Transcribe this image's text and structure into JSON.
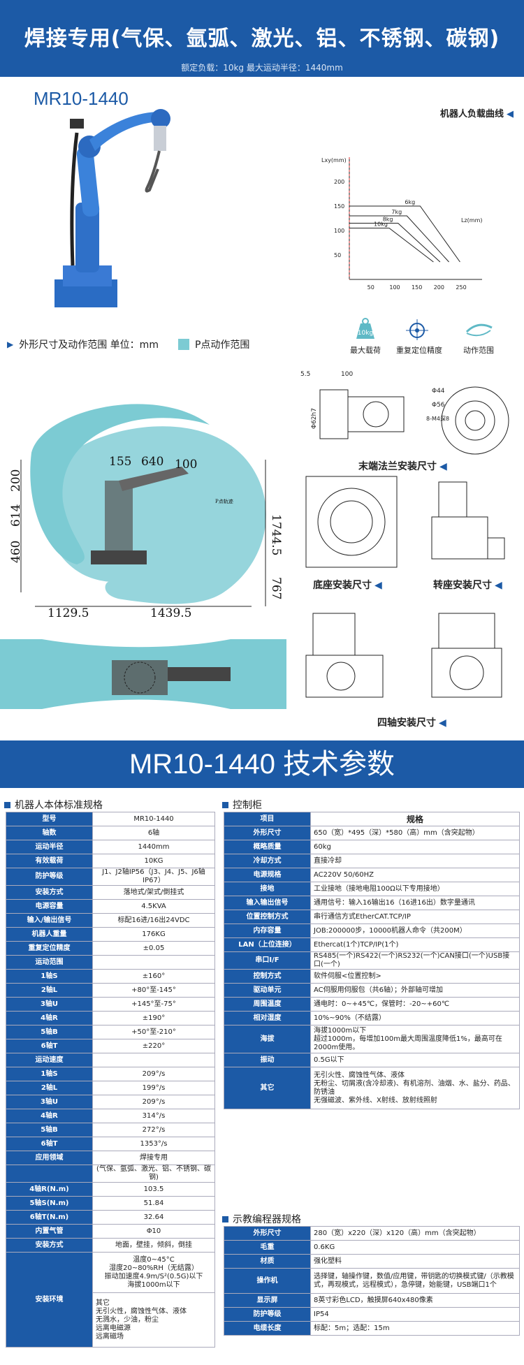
{
  "header": {
    "title": "焊接专用(气保、氩弧、激光、铝、不锈钢、碳钢)",
    "sub": "额定负载：10kg 最大运动半径：1440mm"
  },
  "model": "MR10-1440",
  "load_curve": {
    "title": "机器人负载曲线",
    "ylabel": "Lxy(mm)",
    "xlabel": "Lz(mm)",
    "y_ticks": [
      "200",
      "150",
      "100",
      "50"
    ],
    "x_ticks": [
      "50",
      "100",
      "150",
      "200",
      "250"
    ],
    "curves": [
      "6kg",
      "7kg",
      "8kg",
      "10kg"
    ]
  },
  "features": [
    {
      "label": "最大载荷",
      "icon": "10kg"
    },
    {
      "label": "重复定位精度",
      "icon": "±0.05mm"
    },
    {
      "label": "动作范围",
      "icon": "1440mm"
    }
  ],
  "section1": {
    "dims": "外形尺寸及动作范围  单位：mm",
    "p_range": "P点动作范围"
  },
  "range_dims": {
    "d1": "155",
    "d2": "640",
    "d3": "100",
    "d4": "200",
    "d5": "614",
    "d6": "460",
    "d7": "1744.5",
    "d8": "767",
    "d9": "1129.5",
    "d10": "1439.5",
    "p": "P点轨迹"
  },
  "flange": {
    "d1": "5.5",
    "d2": "100",
    "d3": "Φ62h7",
    "d4": "Φ44",
    "d5": "Φ56",
    "d6": "8-M4深8",
    "caption": "末端法兰安装尺寸"
  },
  "captions": {
    "base": "底座安装尺寸",
    "turret": "转座安装尺寸",
    "axis4": "四轴安装尺寸"
  },
  "tech_title": "MR10-1440 技术参数",
  "body_title": "机器人本体标准规格",
  "body_spec": [
    [
      "型号",
      "MR10-1440"
    ],
    [
      "轴数",
      "6轴"
    ],
    [
      "运动半径",
      "1440mm"
    ],
    [
      "有效载荷",
      "10KG"
    ],
    [
      "防护等级",
      "J1、J2轴IP56（J3、J4、J5、J6轴IP67）"
    ],
    [
      "安装方式",
      "落地式/架式/倒挂式"
    ],
    [
      "电源容量",
      "4.5KVA"
    ],
    [
      "输入/输出信号",
      "标配16进/16出24VDC"
    ],
    [
      "机器人重量",
      "176KG"
    ],
    [
      "重复定位精度",
      "±0.05"
    ],
    [
      "运动范围",
      ""
    ],
    [
      "1轴S",
      "±160°"
    ],
    [
      "2轴L",
      "+80°至-145°"
    ],
    [
      "3轴U",
      "+145°至-75°"
    ],
    [
      "4轴R",
      "±190°"
    ],
    [
      "5轴B",
      "+50°至-210°"
    ],
    [
      "6轴T",
      "±220°"
    ],
    [
      "运动速度",
      ""
    ],
    [
      "1轴S",
      "209°/s"
    ],
    [
      "2轴L",
      "199°/s"
    ],
    [
      "3轴U",
      "209°/s"
    ],
    [
      "4轴R",
      "314°/s"
    ],
    [
      "5轴B",
      "272°/s"
    ],
    [
      "6轴T",
      "1353°/s"
    ],
    [
      "应用领域",
      "焊接专用"
    ],
    [
      "",
      "(气保、氩弧、激光、铝、不锈钢、碳钢)"
    ],
    [
      "4轴R(N.m)",
      "103.5"
    ],
    [
      "5轴S(N.m)",
      "51.84"
    ],
    [
      "6轴T(N.m)",
      "32.64"
    ],
    [
      "内置气管",
      "Φ10"
    ],
    [
      "安装方式",
      "地面，壁挂，倾斜，倒挂"
    ]
  ],
  "env_label": "安装环境",
  "env_lines": [
    "温度0~45°C",
    "湿度20~80%RH（无结露）",
    "振动加速度4.9m/S²(0.5G)以下",
    "海拔1000m以下"
  ],
  "env_lines2": [
    "其它",
    "无引火性，腐蚀性气体、液体",
    "无溅水，少油，粉尘",
    "远离电磁源",
    "远离磁场"
  ],
  "ctrl_title": "控制柜",
  "ctrl_head": [
    "项目",
    "规格"
  ],
  "ctrl_spec": [
    [
      "外形尺寸",
      "650（宽）*495（深）*580（高）mm（含突起物）"
    ],
    [
      "概略质量",
      "60kg"
    ],
    [
      "冷却方式",
      "直接冷却"
    ],
    [
      "电源规格",
      "AC220V 50/60HZ"
    ],
    [
      "接地",
      "工业接地（接地电阻100Ω以下专用接地）"
    ],
    [
      "输入输出信号",
      "通用信号：输入16输出16（16进16出）数字量通讯"
    ],
    [
      "位置控制方式",
      "串行通信方式EtherCAT.TCP/IP"
    ],
    [
      "内存容量",
      "JOB:200000步，10000机器人命令（共200M）"
    ],
    [
      "LAN（上位连接）",
      "Ethercat(1个)TCP/IP(1个)"
    ],
    [
      "串口I/F",
      "RS485(一个)RS422(一个)RS232(一个)CAN接口(一个)USB接口(一个)"
    ],
    [
      "控制方式",
      "软件伺服<位置控制>"
    ],
    [
      "驱动单元",
      "AC伺服用伺服包（共6轴）；外部轴可增加"
    ],
    [
      "周围温度",
      "通电时：0~+45℃，保管时：-20~+60℃"
    ],
    [
      "相对湿度",
      "10%~90%（不结露）"
    ]
  ],
  "ctrl_alt": {
    "k": "海拔",
    "lines": [
      "海拔1000m以下",
      "超过1000m，每增加100m最大周围温度降低1%，最高可在2000m使用。"
    ]
  },
  "ctrl_vib": {
    "k": "振动",
    "v": "0.5G以下"
  },
  "ctrl_other": {
    "k": "其它",
    "lines": [
      "无引火性、腐蚀性气体、液体",
      "无粉尘、切屑液(含冷却液)、有机溶剂、油烟、水、盐分、药品、防锈油",
      "无强磁波、紫外线、X射线、放射线照射"
    ]
  },
  "pend_title": "示教编程器规格",
  "pend_spec": [
    [
      "外形尺寸",
      "280（宽）x220（深）x120（高）mm（含突起物）"
    ],
    [
      "毛重",
      "0.6KG"
    ],
    [
      "材质",
      "强化塑料"
    ],
    [
      "操作机",
      "选择键，轴操作键，数值/应用键，带钥匙的切换模式键/（示教模式，再现模式，远程模式），急停键，始能键，USB端口1个"
    ],
    [
      "显示屏",
      "8英寸彩色LCD，触摸屏640x480像素"
    ],
    [
      "防护等级",
      "IP54"
    ],
    [
      "电缆长度",
      "标配：5m；选配：15m"
    ]
  ]
}
